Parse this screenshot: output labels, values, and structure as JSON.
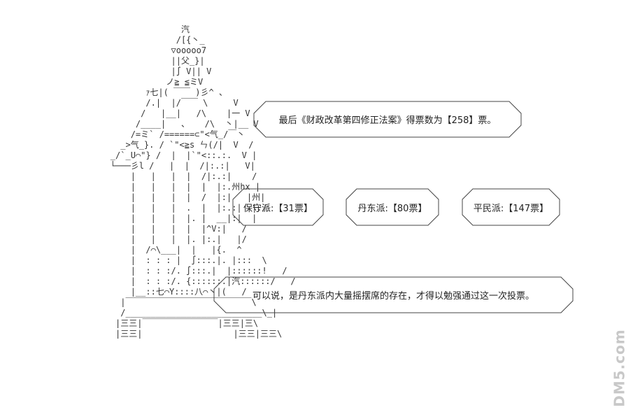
{
  "art": {
    "lines": [
      "                      汽",
      "                     /[{丶_",
      "                    ▽ooooo7",
      "                    ||父_}|",
      "                    |∫ V|| V",
      "                   ノ≧ ≦ミV",
      "               ｧ七|( ￣￣ )彡^ 、",
      "               /.|  |/￣￣ \\     V",
      "              /   |__|   /\\    |一 V",
      "             /____|   、   /\\  丶|__ V",
      "            /=ミ` /======⊂\"<气_/￣丶",
      "          _>气_}. / `\"<≧s ㄣ(/|  V  /",
      "        _/`_U⌒\"} /  |  |`\"<::.:.  V |",
      "        └───彡l /   |  |  /|:.:|   V|",
      "            |   |   |  |  /|:.:|    /",
      "            |   |   |  |  |  |:.州hx |",
      "            |   |   |  |  /  |:|   |州|",
      "            |   |   |  .  |  |:.:|  |./",
      "            |   |   |  |. |  __|:|  |",
      "            |   |   |  |  |^V:|   /",
      "            |   |   |  |. |:.|   |/",
      "            |  /⌒\\___|  |   |{.  ^",
      "            |  : : : |  ∫:::.|. |:::  \\",
      "            |  : : :/. ∫:::.|  |::::::!   /",
      "            |  : : :/. {::::::.|汽::::::/   /",
      "            |__::七⌒Y::::八⌒丶|(   /",
      "          |￣￣￣￣￣￣￣￣￣￣￣￣￣￣￣\\",
      "          /___________________________\\_|",
      "         |三三|￣￣￣￣￣￣￣￣￣|三三|三\\",
      "         |三三|                  |三三|三三\\"
    ]
  },
  "boxes": {
    "vote_result": "最后《财政改革第四修正法案》得票数为【258】票。",
    "faction_1": "保守派:【31票】",
    "faction_2": "丹东派:【80票】",
    "faction_3": "平民派:【147票】",
    "conclusion": "可以说，是丹东派内大量摇摆席的存在，才得以勉强通过这一次投票。"
  },
  "watermark": "DM5.com"
}
